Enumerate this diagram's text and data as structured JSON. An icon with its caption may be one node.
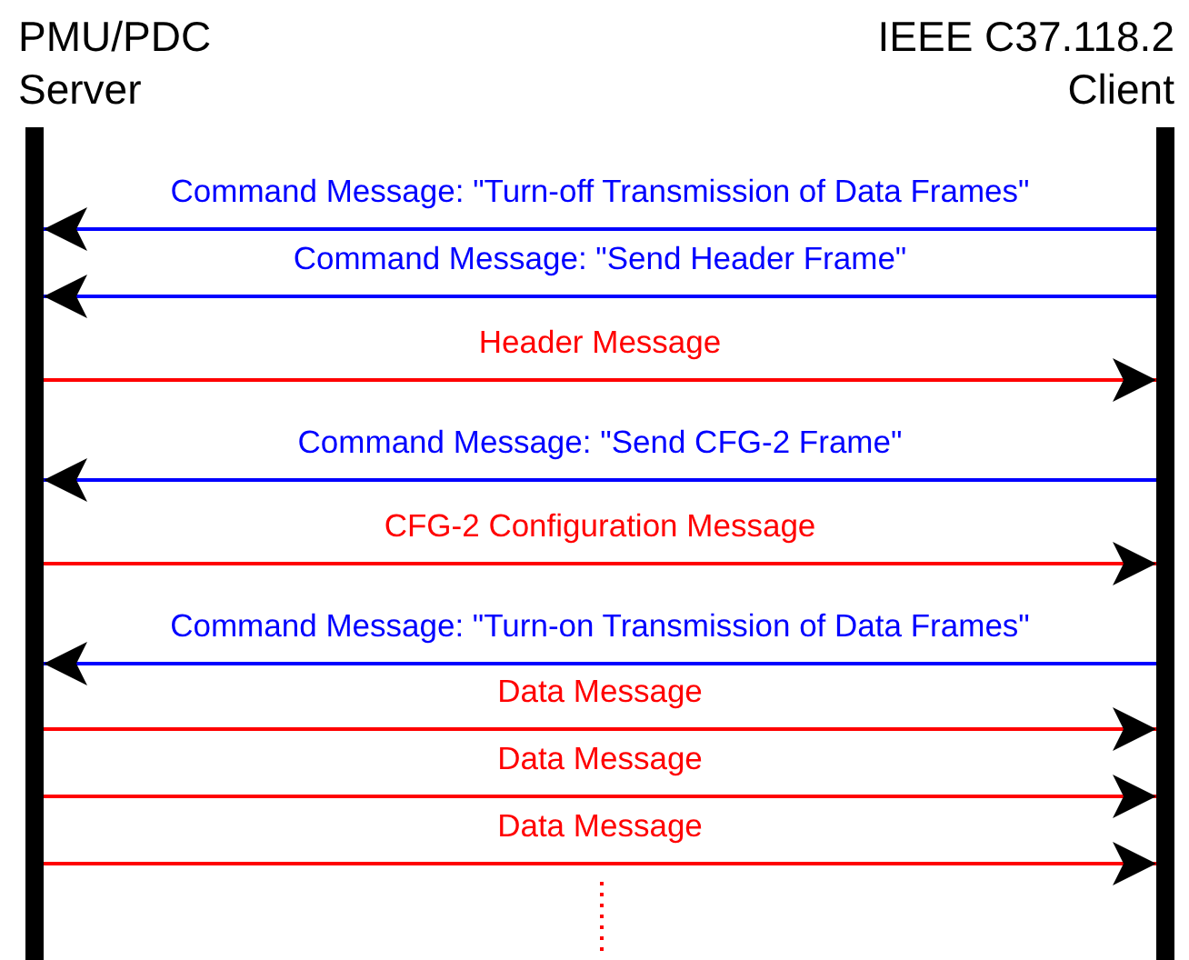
{
  "diagram": {
    "nodes": [
      {
        "text": [],
        "shape": "bar"
      },
      {
        "text": [],
        "shape": "bar"
      }
    ],
    "edges": [
      {
        "from": 1,
        "to": 0,
        "arrow": "to",
        "label": "Command Message: \"Turn-off Transmission of Data Frames\"",
        "color": "#0000ff"
      },
      {
        "from": 1,
        "to": 0,
        "arrow": "to",
        "label": "Command Message: \"Send Header Frame\"",
        "color": "#0000ff"
      },
      {
        "from": 0,
        "to": 1,
        "arrow": "to",
        "label": "Header Message"
      },
      {
        "from": 1,
        "to": 0,
        "arrow": "to",
        "label": "Command Message: \"Send CFG-2 Frame\"",
        "color": "#0000ff"
      },
      {
        "from": 0,
        "to": 1,
        "arrow": "to",
        "label": "CFG-2 Configuration Message"
      },
      {
        "from": 1,
        "to": 0,
        "arrow": "to",
        "label": "Command Message: \"Turn-on Transmission of Data Frames\"",
        "color": "#0000ff"
      },
      {
        "from": 0,
        "to": 1,
        "arrow": "to",
        "label": "Data Message"
      },
      {
        "from": 0,
        "to": 1,
        "arrow": "to",
        "label": "Data Message"
      },
      {
        "from": 0,
        "to": 1,
        "arrow": "to",
        "label": "Data Message"
      }
    ],
    "labels": [
      "PMU/PDC Server",
      "IEEE C37.118.2 Client"
    ]
  }
}
